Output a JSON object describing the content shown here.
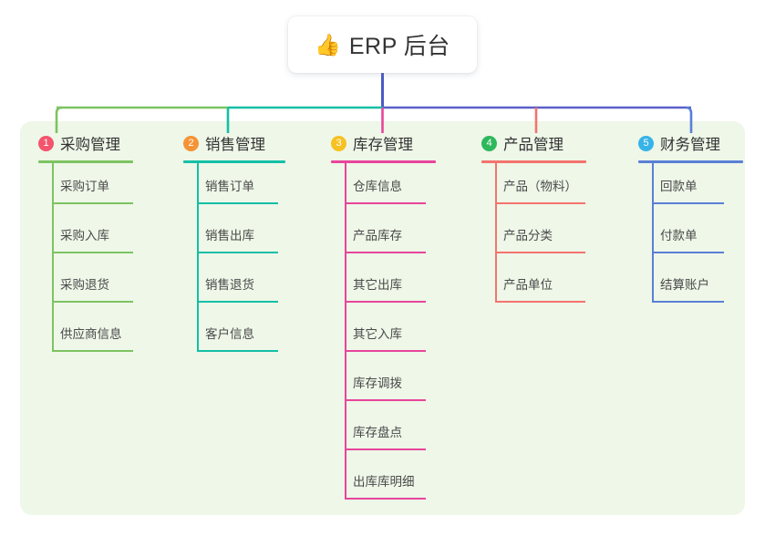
{
  "root": {
    "emoji": "👍",
    "emoji_name": "thumbs-up-icon",
    "title": "ERP 后台"
  },
  "palette": {
    "panel_background": "#eef7e8",
    "page_background": "#ffffff",
    "text": "#333333",
    "green": "#7dc362",
    "teal": "#14bfa6",
    "pink": "#e8459b",
    "salmon": "#f4736e",
    "blue": "#5a7fd6",
    "root_stem": "#4a5bc4",
    "bus_right": "#5b60c8",
    "badge1": "#f2556d",
    "badge2": "#f59337",
    "badge3": "#f7c122",
    "badge4": "#2eb85c",
    "badge5": "#37b3e8"
  },
  "columns": [
    {
      "index": "1",
      "badge_color": "#f2556d",
      "line_color": "#7dc362",
      "title": "采购管理",
      "items": [
        "采购订单",
        "采购入库",
        "采购退货",
        "供应商信息"
      ]
    },
    {
      "index": "2",
      "badge_color": "#f59337",
      "line_color": "#14bfa6",
      "title": "销售管理",
      "items": [
        "销售订单",
        "销售出库",
        "销售退货",
        "客户信息"
      ]
    },
    {
      "index": "3",
      "badge_color": "#f7c122",
      "line_color": "#e8459b",
      "title": "库存管理",
      "items": [
        "仓库信息",
        "产品库存",
        "其它出库",
        "其它入库",
        "库存调拨",
        "库存盘点",
        "出库库明细"
      ]
    },
    {
      "index": "4",
      "badge_color": "#2eb85c",
      "line_color": "#f4736e",
      "title": "产品管理",
      "items": [
        "产品（物料）",
        "产品分类",
        "产品单位"
      ]
    },
    {
      "index": "5",
      "badge_color": "#37b3e8",
      "line_color": "#5a7fd6",
      "title": "财务管理",
      "items": [
        "回款单",
        "付款单",
        "结算账户"
      ]
    }
  ]
}
